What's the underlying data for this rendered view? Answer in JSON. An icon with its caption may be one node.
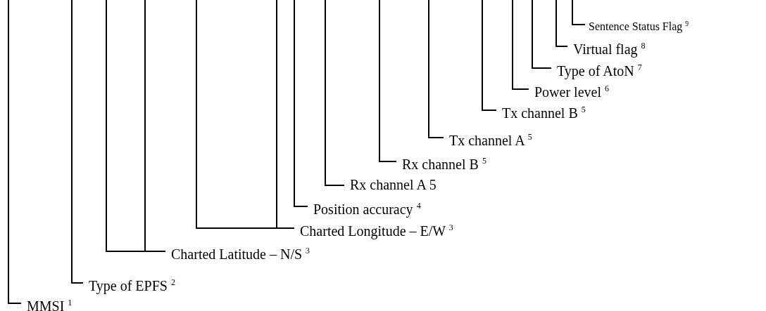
{
  "diagram": {
    "nodes": [
      {
        "text": [
          "MMSI $^{1}$"
        ]
      },
      {
        "text": [
          "Type of EPFS $^{2}$"
        ]
      },
      {
        "text": [
          "Charted Latitude – N/S $^{3}$"
        ]
      },
      {
        "text": [
          "Charted Longitude – E/W $^{3}$"
        ]
      },
      {
        "text": [
          "Position accuracy $^{4}$"
        ]
      },
      {
        "text": [
          "Rx channel A 5"
        ]
      },
      {
        "text": [
          "Rx channel B  $^{5}$"
        ]
      },
      {
        "text": [
          "Tx channel A $^{5}$"
        ]
      },
      {
        "text": [
          "Tx channel B  $^{5}$"
        ]
      },
      {
        "text": [
          "Power level  $^{6}$"
        ]
      },
      {
        "text": [
          "Type of AtoN $^{7}$"
        ]
      },
      {
        "text": [
          "Virtual flag $^{8}$"
        ]
      },
      {
        "text": [
          "Sentence Status Flag $^{9}$"
        ]
      }
    ],
    "edges": [
      {
        "from": null,
        "to": 0,
        "arrow": "none"
      },
      {
        "from": null,
        "to": 1,
        "arrow": "none"
      },
      {
        "from": null,
        "to": 2,
        "arrow": "none"
      },
      {
        "from": null,
        "to": 2,
        "arrow": "none"
      },
      {
        "from": null,
        "to": 3,
        "arrow": "none"
      },
      {
        "from": null,
        "to": 3,
        "arrow": "none"
      },
      {
        "from": null,
        "to": 4,
        "arrow": "none"
      },
      {
        "from": null,
        "to": 5,
        "arrow": "none"
      },
      {
        "from": null,
        "to": 6,
        "arrow": "none"
      },
      {
        "from": null,
        "to": 7,
        "arrow": "none"
      },
      {
        "from": null,
        "to": 8,
        "arrow": "none"
      },
      {
        "from": null,
        "to": 9,
        "arrow": "none"
      },
      {
        "from": null,
        "to": 10,
        "arrow": "none"
      },
      {
        "from": null,
        "to": 11,
        "arrow": "none"
      },
      {
        "from": null,
        "to": 12,
        "arrow": "none"
      }
    ]
  }
}
